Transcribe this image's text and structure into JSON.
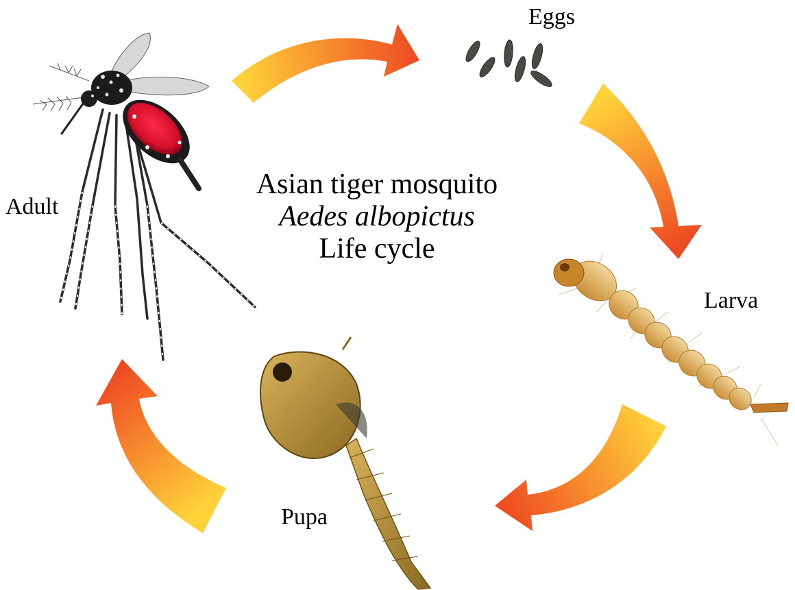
{
  "title": {
    "common_name": "Asian tiger mosquito",
    "species": "Aedes albopictus",
    "subtitle": "Life cycle"
  },
  "stages": {
    "eggs": "Eggs",
    "larva": "Larva",
    "pupa": "Pupa",
    "adult": "Adult"
  },
  "colors": {
    "arrow_start": "#FFD23A",
    "arrow_end": "#EE4A22",
    "blood": "#D4102A",
    "egg": "#4A4A45",
    "larva": "#D9A850",
    "pupa": "#B8892E"
  }
}
